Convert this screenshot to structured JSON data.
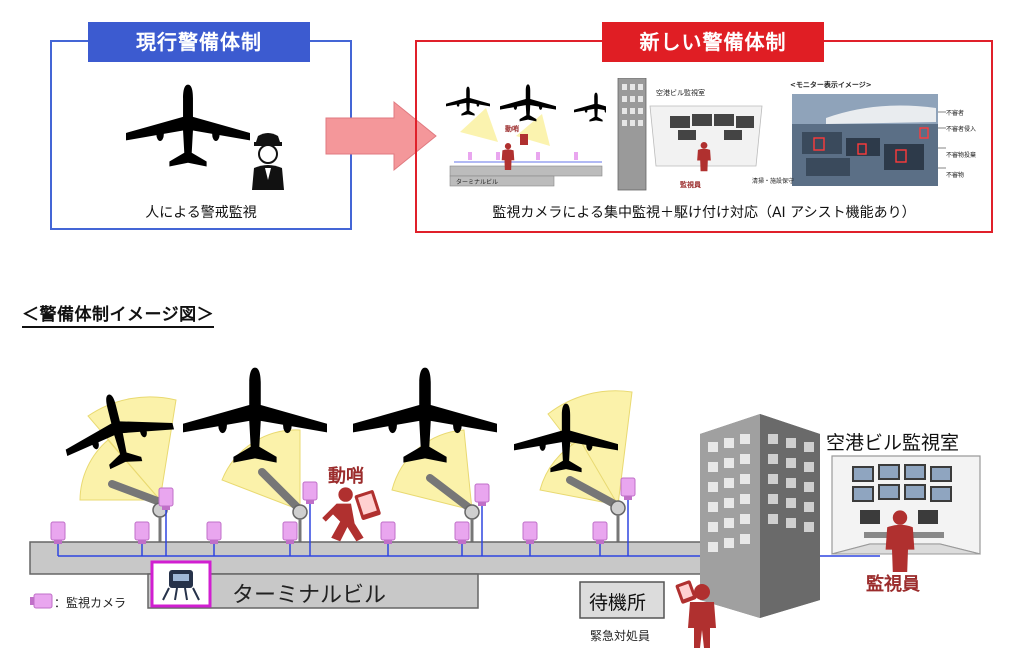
{
  "current_system": {
    "title": "現行警備体制",
    "caption": "人による警戒監視"
  },
  "new_system": {
    "title": "新しい警備体制",
    "caption": "監視カメラによる集中監視＋駆け付け対応（AI アシスト機能あり）",
    "thumb_alert": "動哨",
    "thumb_terminal": "ターミナルビル",
    "thumb_room": "空港ビル監視室",
    "thumb_operator": "監視員",
    "thumb_monitor_title": "<モニター表示イメージ>",
    "thumb_monitor_labels": [
      "不審者",
      "不審者侵入",
      "不審物",
      "不審物投棄",
      "清掃・施設保守"
    ]
  },
  "section_heading": "＜警備体制イメージ図＞",
  "diagram": {
    "alert_label": "動哨",
    "terminal_label": "ターミナルビル",
    "room_label": "空港ビル監視室",
    "operator_label": "監視員",
    "standby_label": "待機所",
    "responder_label": "緊急対処員",
    "legend_label": "：監視カメラ"
  },
  "colors": {
    "blue": "#3c5bd0",
    "red": "#e01e24",
    "arrow_fill": "#f4979a",
    "coverage": "#fbf2a6",
    "camera": "#e9a6ef",
    "person": "#b0302f",
    "wire": "#2f45e0"
  }
}
